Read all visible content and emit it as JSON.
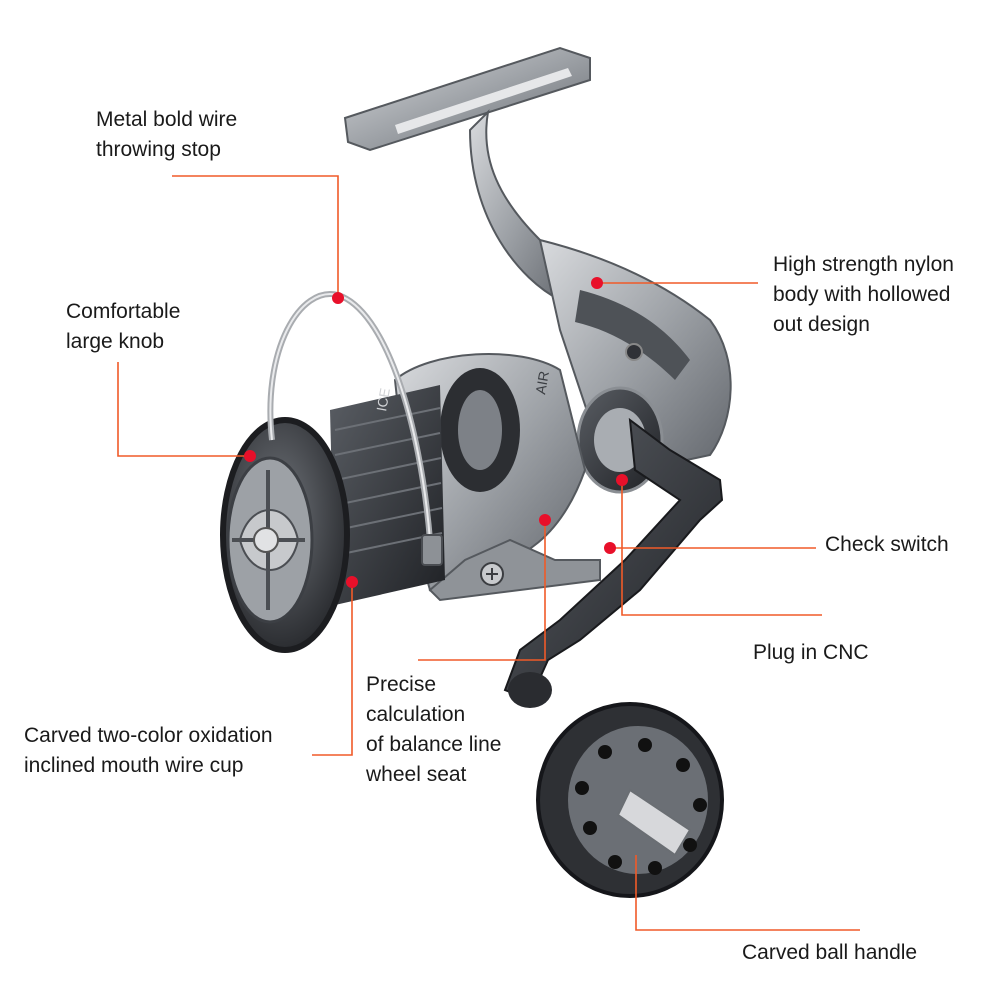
{
  "callouts": {
    "wire_stop": "Metal bold wire\nthrowing stop",
    "knob": "Comfortable\nlarge knob",
    "body": "High strength nylon\nbody with hollowed\nout design",
    "check_switch": "Check switch",
    "plug_cnc": "Plug in CNC",
    "wheel_seat": "Precise\ncalculation\nof balance line\nwheel seat",
    "wire_cup": "Carved two-color oxidation\ninclined mouth wire cup",
    "ball_handle": "Carved ball handle"
  },
  "reel_text": {
    "spool": "ICE",
    "frame": "AIR"
  },
  "colors": {
    "leader_line": "#f05a28",
    "marker": "#e8102a",
    "metal_light": "#b9bcc0",
    "metal_dark": "#3a3d42",
    "text": "#1a1a1a"
  }
}
